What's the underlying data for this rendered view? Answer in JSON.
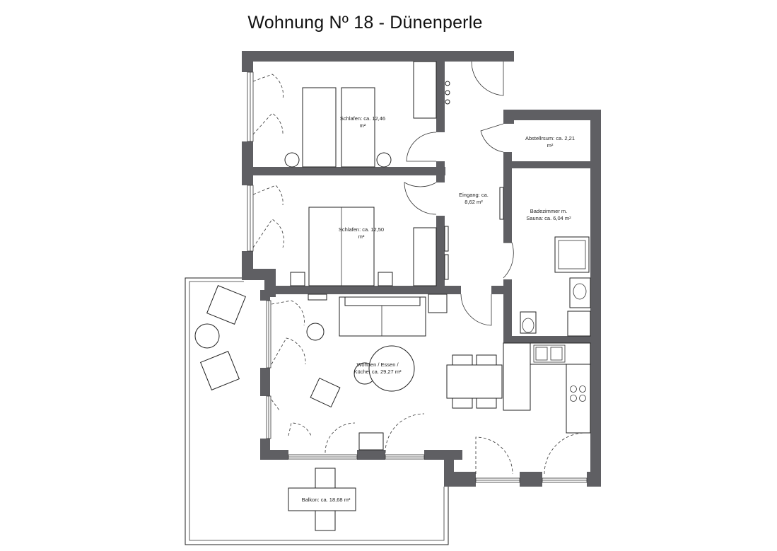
{
  "title": "Wohnung Nº 18 - Dünenperle",
  "rooms": {
    "schlafen1": {
      "line1": "Schlafen: ca. 12,46",
      "line2": "m²"
    },
    "schlafen2": {
      "line1": "Schlafen:  ca. 12,50",
      "line2": "m²"
    },
    "eingang": {
      "line1": "Eingang: ca.",
      "line2": "8,62 m²"
    },
    "abstellraum": {
      "line1": "Abstellrsum: ca. 2,21",
      "line2": "m²"
    },
    "bad": {
      "line1": "Badezimmer m.",
      "line2": "Sauna: ca. 6,04 m²"
    },
    "wohnen": {
      "line1": "Wohnen / Essen /",
      "line2": "Küche: ca. 29,27 m²"
    },
    "balkon": {
      "line1": "Balkon: ca. 18,68 m²"
    }
  },
  "colors": {
    "wall": "#5f5f63",
    "line": "#222222",
    "background": "#ffffff"
  }
}
